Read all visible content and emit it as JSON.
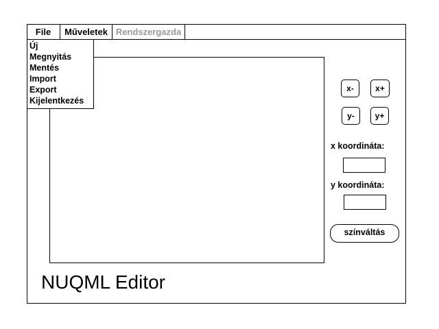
{
  "menubar": {
    "items": [
      {
        "label": "File"
      },
      {
        "label": "Műveletek"
      },
      {
        "label": "Rendszergazda"
      }
    ]
  },
  "file_menu": {
    "items": [
      {
        "label": "Új"
      },
      {
        "label": "Megnyitás"
      },
      {
        "label": "Mentés"
      },
      {
        "label": "Import"
      },
      {
        "label": "Export"
      },
      {
        "label": "Kijelentkezés"
      }
    ]
  },
  "controls": {
    "x_minus": "x-",
    "x_plus": "x+",
    "y_minus": "y-",
    "y_plus": "y+",
    "x_label": "x koordináta:",
    "x_value": "",
    "y_label": "y koordináta:",
    "y_value": "",
    "color_button": "színváltás"
  },
  "app_title": "NUQML Editor",
  "colors": {
    "disabled_menu": "#999999"
  }
}
